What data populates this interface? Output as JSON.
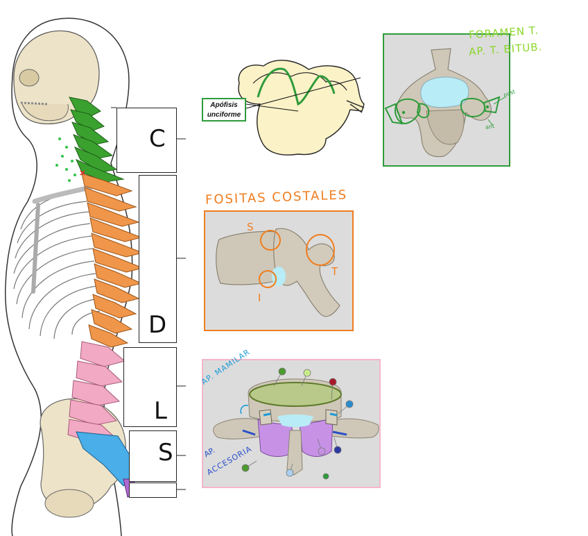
{
  "regions": {
    "cervical": "C",
    "thoracic": "D",
    "lumbar": "L",
    "sacral": "S"
  },
  "cervical_panel": {
    "label_line1": "Apófisis",
    "label_line2": "unciforme"
  },
  "cervical_top_view": {
    "note1": "FORAMEN T.",
    "note2": "AP. T. BITUB.",
    "note_post": "post",
    "note_ant": "ant"
  },
  "thoracic_panel": {
    "title": "FOSITAS COSTALES",
    "mark_s": "S",
    "mark_t": "T",
    "mark_i": "I"
  },
  "lumbar_panel": {
    "note_mamilar": "AP. MAMILAR",
    "note_accesoria_1": "AP.",
    "note_accesoria_2": "ACCESORIA"
  },
  "colors": {
    "cervical": "#3aa12f",
    "thoracic": "#f0964a",
    "lumbar": "#f2a9c4",
    "sacral": "#4aaee8",
    "coccyx": "#b06ad0",
    "bone": "#ede3c8",
    "green_frame": "#2e9b3a",
    "orange_frame": "#f07d1e",
    "pink_frame": "#f4b6c8",
    "lime_ink": "#8bd62a",
    "blue_ink": "#2a4fc8",
    "cyan_ink": "#1c9bd6"
  }
}
